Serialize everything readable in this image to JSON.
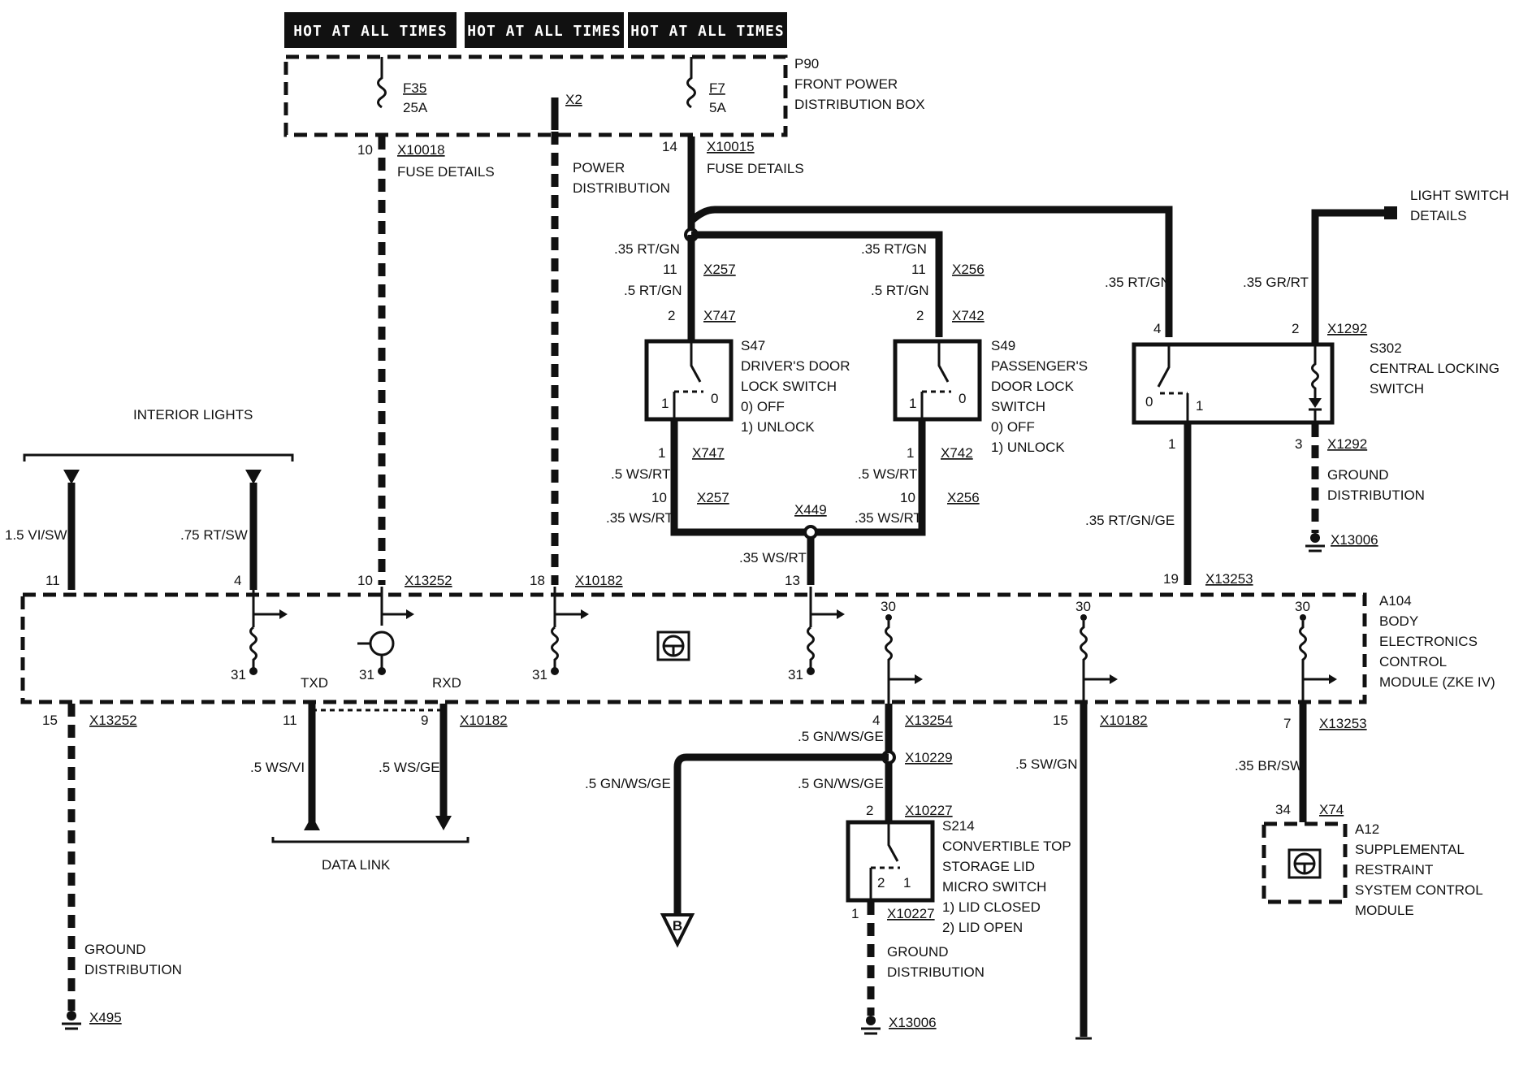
{
  "header": {
    "tabs": [
      "HOT AT ALL TIMES",
      "HOT AT ALL TIMES",
      "HOT AT ALL TIMES"
    ]
  },
  "p90": {
    "id": "P90",
    "name_line1": "FRONT POWER",
    "name_line2": "DISTRIBUTION BOX"
  },
  "fuses": [
    {
      "id": "F35",
      "rating": "25A",
      "pin": "10",
      "connector": "X10018",
      "details": "FUSE DETAILS"
    },
    {
      "id": "F7",
      "rating": "5A",
      "pin": "14",
      "connector": "X10015",
      "details": "FUSE DETAILS"
    }
  ],
  "x2": {
    "id": "X2",
    "label_line1": "POWER",
    "label_line2": "DISTRIBUTION"
  },
  "light_switch": {
    "line1": "LIGHT SWITCH",
    "line2": "DETAILS"
  },
  "s47": {
    "id": "S47",
    "line1": "DRIVER'S DOOR",
    "line2": "LOCK SWITCH",
    "state0": "0)   OFF",
    "state1": "1)   UNLOCK",
    "wire_top_in": ".35 RT/GN",
    "pin_a": "11",
    "conn_a": "X257",
    "wire_top": ".5 RT/GN",
    "pin_b": "2",
    "conn_b": "X747",
    "pin_out": "1",
    "conn_out": "X747",
    "wire_out": ".5 WS/RT",
    "pin_c": "10",
    "conn_c": "X257",
    "wire_bottom": ".35 WS/RT",
    "contact0": "0",
    "contact1": "1"
  },
  "s49": {
    "id": "S49",
    "line1": "PASSENGER'S",
    "line2": "DOOR LOCK",
    "line3": "SWITCH",
    "state0": "0)   OFF",
    "state1": "1)   UNLOCK",
    "wire_top_in": ".35 RT/GN",
    "pin_a": "11",
    "conn_a": "X256",
    "wire_top": ".5 RT/GN",
    "pin_b": "2",
    "conn_b": "X742",
    "pin_out": "1",
    "conn_out": "X742",
    "wire_out": ".5 WS/RT",
    "pin_c": "10",
    "conn_c": "X256",
    "wire_bottom": ".35 WS/RT",
    "contact0": "0",
    "contact1": "1"
  },
  "splice_x449": {
    "id": "X449",
    "wire": ".35 WS/RT",
    "pin": "13"
  },
  "s302": {
    "id": "S302",
    "line1": "CENTRAL LOCKING",
    "line2": "SWITCH",
    "wire_left": ".35 RT/GN",
    "wire_right": ".35 GR/RT",
    "pin_left": "4",
    "pin_right": "2",
    "conn_top": "X1292",
    "pin_b1": "1",
    "pin_b3": "3",
    "conn_b3": "X1292",
    "wire_b1": ".35 RT/GN/GE",
    "pin_module": "19",
    "conn_module": "X13253",
    "contact0": "0",
    "contact1": "1"
  },
  "ground_s302": {
    "line1": "GROUND",
    "line2": "DISTRIBUTION",
    "conn": "X13006"
  },
  "interior_lights": {
    "title": "INTERIOR LIGHTS",
    "wire1": "1.5 VI/SW",
    "pin1": "11",
    "wire2": ".75 RT/SW",
    "pin2": "4"
  },
  "module_top": {
    "pin10": "10",
    "conn10": "X13252",
    "pin18": "18",
    "conn18": "X10182"
  },
  "a104": {
    "id": "A104",
    "line1": "BODY",
    "line2": "ELECTRONICS",
    "line3": "CONTROL",
    "line4": "MODULE (ZKE IV)",
    "g31": "31",
    "p30": "30",
    "txd": "TXD",
    "rxd": "RXD"
  },
  "module_bottom": {
    "pin15a": "15",
    "conn15a": "X13252",
    "pin11": "11",
    "pin9": "9",
    "conn9": "X10182",
    "wire_txd": ".5 WS/VI",
    "wire_rxd": ".5 WS/GE",
    "data_link": "DATA LINK",
    "pin4": "4",
    "conn4": "X13254",
    "wire4": ".5 GN/WS/GE",
    "conn_x10229": "X10229",
    "wire_branch": ".5 GN/WS/GE",
    "wire4b": ".5 GN/WS/GE",
    "pin15b": "15",
    "conn15b": "X10182",
    "wire15b": ".5 SW/GN",
    "pin7": "7",
    "conn7": "X13253",
    "wire7": ".35 BR/SW"
  },
  "ground_left": {
    "line1": "GROUND",
    "line2": "DISTRIBUTION",
    "conn": "X495"
  },
  "offpage": {
    "ref": "B"
  },
  "s214": {
    "id": "S214",
    "line1": "CONVERTIBLE TOP",
    "line2": "STORAGE LID",
    "line3": "MICRO SWITCH",
    "state1": "1)   LID CLOSED",
    "state2": "2)   LID OPEN",
    "pin_top": "2",
    "conn_top": "X10227",
    "pin_bottom": "1",
    "conn_bottom": "X10227",
    "contact2": "2",
    "contact1": "1"
  },
  "ground_s214": {
    "line1": "GROUND",
    "line2": "DISTRIBUTION",
    "conn": "X13006"
  },
  "a12": {
    "id": "A12",
    "line1": "SUPPLEMENTAL",
    "line2": "RESTRAINT",
    "line3": "SYSTEM CONTROL",
    "line4": "MODULE",
    "pin": "34",
    "conn": "X74"
  }
}
